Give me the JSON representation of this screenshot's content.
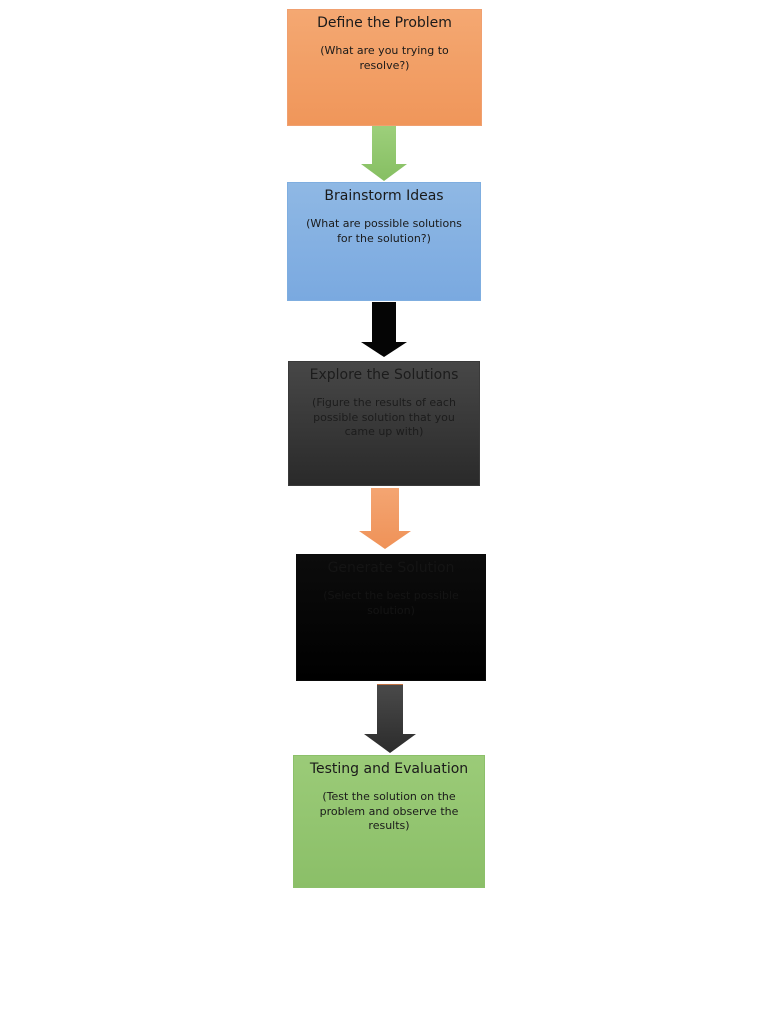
{
  "steps": [
    {
      "title": "Define the Problem",
      "description": "(What are you trying to resolve?)",
      "color": "#f29b62"
    },
    {
      "title": "Brainstorm Ideas",
      "description": "(What are possible solutions for the solution?)",
      "color": "#7eadE2"
    },
    {
      "title": "Explore the Solutions",
      "description": "(Figure the results of each possible solution that you came up with)",
      "color": "#3a3a3a"
    },
    {
      "title": "Generate Solution",
      "description": "(Select the best possible solution)",
      "color": "#050505"
    },
    {
      "title": "Testing and Evaluation",
      "description": "(Test the solution on the problem and observe the results)",
      "color": "#93c670"
    }
  ],
  "arrows": [
    {
      "color": "#8fc46d"
    },
    {
      "color": "#050505"
    },
    {
      "color": "#f29b62"
    },
    {
      "color": "#3a3a3a"
    }
  ]
}
